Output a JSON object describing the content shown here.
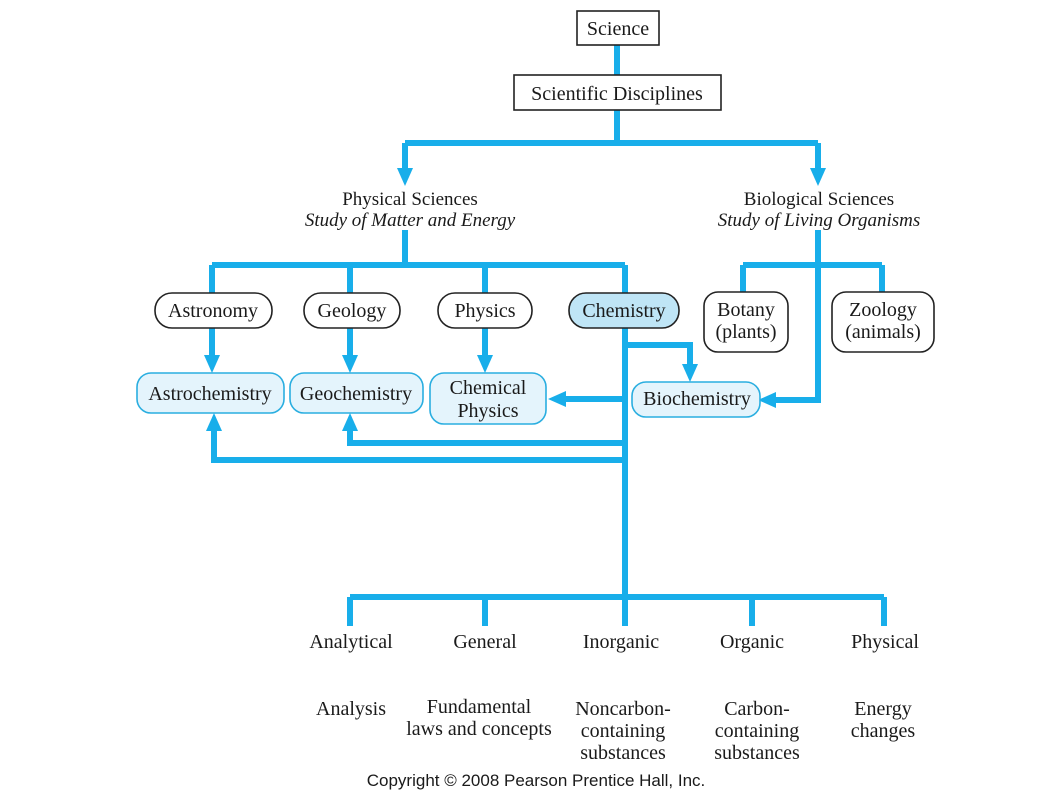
{
  "root": {
    "label": "Science"
  },
  "disciplines": {
    "label": "Scientific Disciplines"
  },
  "physical_sciences": {
    "title": "Physical Sciences",
    "subtitle": "Study of Matter and Energy"
  },
  "biological_sciences": {
    "title": "Biological  Sciences",
    "subtitle": "Study of Living Organisms"
  },
  "physical_branches": [
    {
      "label": "Astronomy"
    },
    {
      "label": "Geology"
    },
    {
      "label": "Physics"
    },
    {
      "label": "Chemistry"
    }
  ],
  "biological_branches": [
    {
      "line1": "Botany",
      "line2": "(plants)"
    },
    {
      "line1": "Zoology",
      "line2": "(animals)"
    }
  ],
  "interdisciplinary": [
    {
      "line1": "Astrochemistry"
    },
    {
      "line1": "Geochemistry"
    },
    {
      "line1": "Chemical",
      "line2": "Physics"
    },
    {
      "line1": "Biochemistry"
    }
  ],
  "chemistry_areas": [
    {
      "name": "Analytical",
      "desc": [
        "Analysis"
      ]
    },
    {
      "name": "General",
      "desc": [
        "Fundamental",
        "laws and concepts"
      ]
    },
    {
      "name": "Inorganic",
      "desc": [
        "Noncarbon-",
        "containing",
        "substances"
      ]
    },
    {
      "name": "Organic",
      "desc": [
        "Carbon-",
        "containing",
        "substances"
      ]
    },
    {
      "name": "Physical",
      "desc": [
        "Energy",
        "changes"
      ]
    }
  ],
  "copyright": "Copyright © 2008 Pearson Prentice Hall, Inc.",
  "colors": {
    "connector": "#18aeea",
    "highlight_fill": "#e4f4fc",
    "chemistry_fill": "#bfe5f6"
  }
}
